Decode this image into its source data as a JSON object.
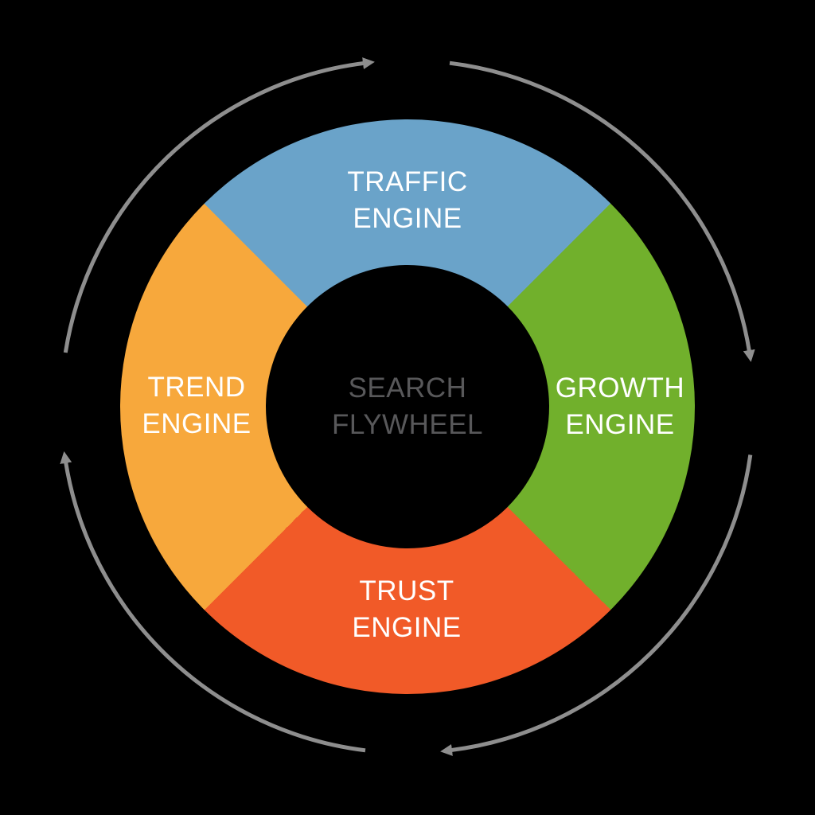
{
  "app": {
    "background_color": "#000000"
  },
  "flywheel": {
    "center": {
      "line1": "SEARCH",
      "line2": "FLYWHEEL",
      "text_color": "#58585A"
    },
    "segments": [
      {
        "position": "top",
        "line1": "TRAFFIC",
        "line2": "ENGINE",
        "color": "#6AA3C9"
      },
      {
        "position": "right",
        "line1": "GROWTH",
        "line2": "ENGINE",
        "color": "#71B02C"
      },
      {
        "position": "bottom",
        "line1": "TRUST",
        "line2": "ENGINE",
        "color": "#F15A28"
      },
      {
        "position": "left",
        "line1": "TREND",
        "line2": "ENGINE",
        "color": "#F7A83C"
      }
    ],
    "segment_label_color": "#FFFFFF",
    "rotation_arrows": {
      "count": 4,
      "direction": "clockwise",
      "color": "#8E8E8E"
    }
  }
}
